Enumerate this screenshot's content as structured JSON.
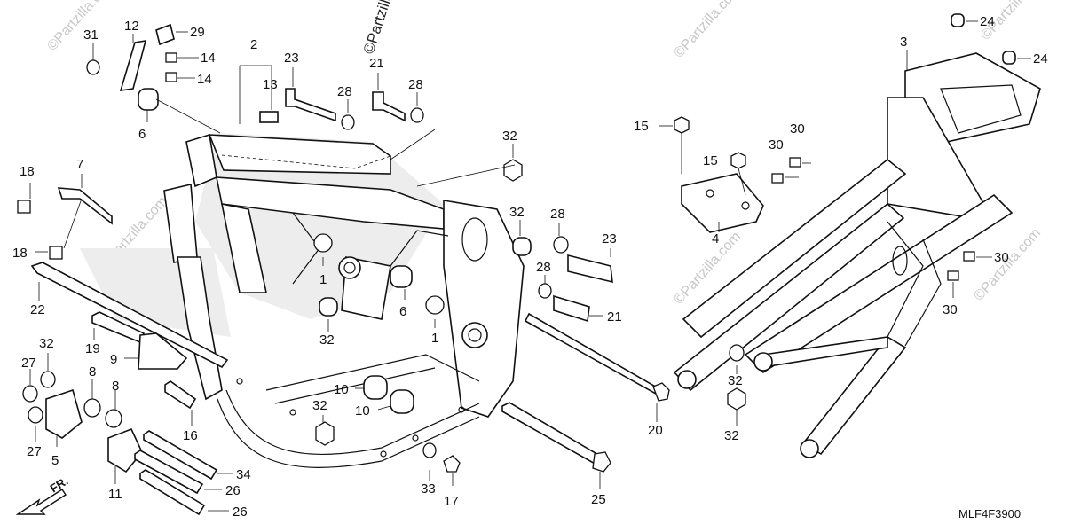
{
  "diagram": {
    "watermarks": [
      "©Partzilla.com",
      "©Partzilla.com",
      "©Partzilla.com",
      "©Partzilla.com",
      "©Partzilla.com",
      "©Partzilla.com",
      "©Partzilla.com"
    ],
    "drawing_code": "MLF4F3900",
    "front_arrow_label": "FR.",
    "callouts": [
      "31",
      "12",
      "29",
      "14",
      "14",
      "6",
      "2",
      "13",
      "23",
      "28",
      "21",
      "28",
      "32",
      "3",
      "24",
      "24",
      "15",
      "15",
      "30",
      "30",
      "30",
      "30",
      "4",
      "18",
      "7",
      "18",
      "22",
      "32",
      "28",
      "23",
      "28",
      "21",
      "1",
      "6",
      "1",
      "32",
      "19",
      "9",
      "32",
      "27",
      "27",
      "5",
      "8",
      "8",
      "10",
      "10",
      "16",
      "32",
      "11",
      "34",
      "26",
      "26",
      "33",
      "17",
      "25",
      "20",
      "32",
      "32"
    ]
  }
}
